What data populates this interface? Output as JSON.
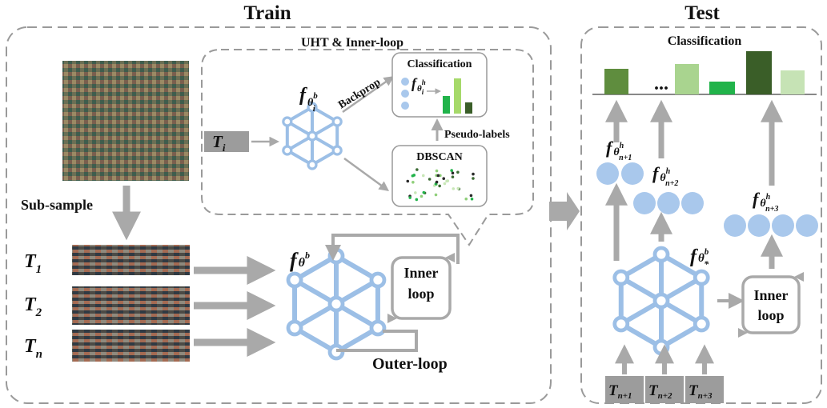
{
  "train": {
    "title": "Train",
    "uht_title": "UHT & Inner-loop",
    "backprop": "Backprop",
    "classification": "Classification",
    "pseudo_labels": "Pseudo-labels",
    "dbscan": "DBSCAN",
    "sub_sample": "Sub-sample",
    "inner_loop_1": "Inner",
    "inner_loop_2": "loop",
    "outer_loop": "Outer-loop",
    "task_i": {
      "base": "T",
      "sub": "i"
    },
    "tasks": [
      {
        "base": "T",
        "sub": "1"
      },
      {
        "base": "T",
        "sub": "2"
      },
      {
        "base": "T",
        "sub": "n"
      }
    ],
    "f_theta_ib": {
      "f": "f",
      "theta": "θ",
      "sub": "i",
      "sup": "b"
    },
    "f_theta_ih": {
      "f": "f",
      "theta": "θ",
      "sub": "i",
      "sup": "h"
    },
    "f_theta_b": {
      "f": "f",
      "theta": "θ",
      "sup": "b"
    }
  },
  "test": {
    "title": "Test",
    "classification": "Classification",
    "ellipsis": "...",
    "inner_loop_1": "Inner",
    "inner_loop_2": "loop",
    "f_theta_star_b": {
      "f": "f",
      "theta": "θ",
      "sub": "*",
      "sup": "b"
    },
    "heads": [
      {
        "f": "f",
        "theta": "θ",
        "sub": "n+1",
        "sup": "h"
      },
      {
        "f": "f",
        "theta": "θ",
        "sub": "n+2",
        "sup": "h"
      },
      {
        "f": "f",
        "theta": "θ",
        "sub": "n+3",
        "sup": "h"
      }
    ],
    "tasks": [
      {
        "base": "T",
        "sub": "n+1"
      },
      {
        "base": "T",
        "sub": "n+2"
      },
      {
        "base": "T",
        "sub": "n+3"
      }
    ]
  },
  "colors": {
    "network": "#9cbfe6",
    "head_circle": "#a9c8ec",
    "arrow": "#a9a9a9",
    "dashed_border": "#9a9a9a",
    "task_box": "#9c9c9c",
    "bar_green_mid": "#5f8d3e",
    "bar_green_light": "#a9d48f",
    "bar_green_bright": "#21b34a",
    "bar_green_dark": "#3a5e28",
    "bar_green_pale": "#c6e3b5"
  }
}
